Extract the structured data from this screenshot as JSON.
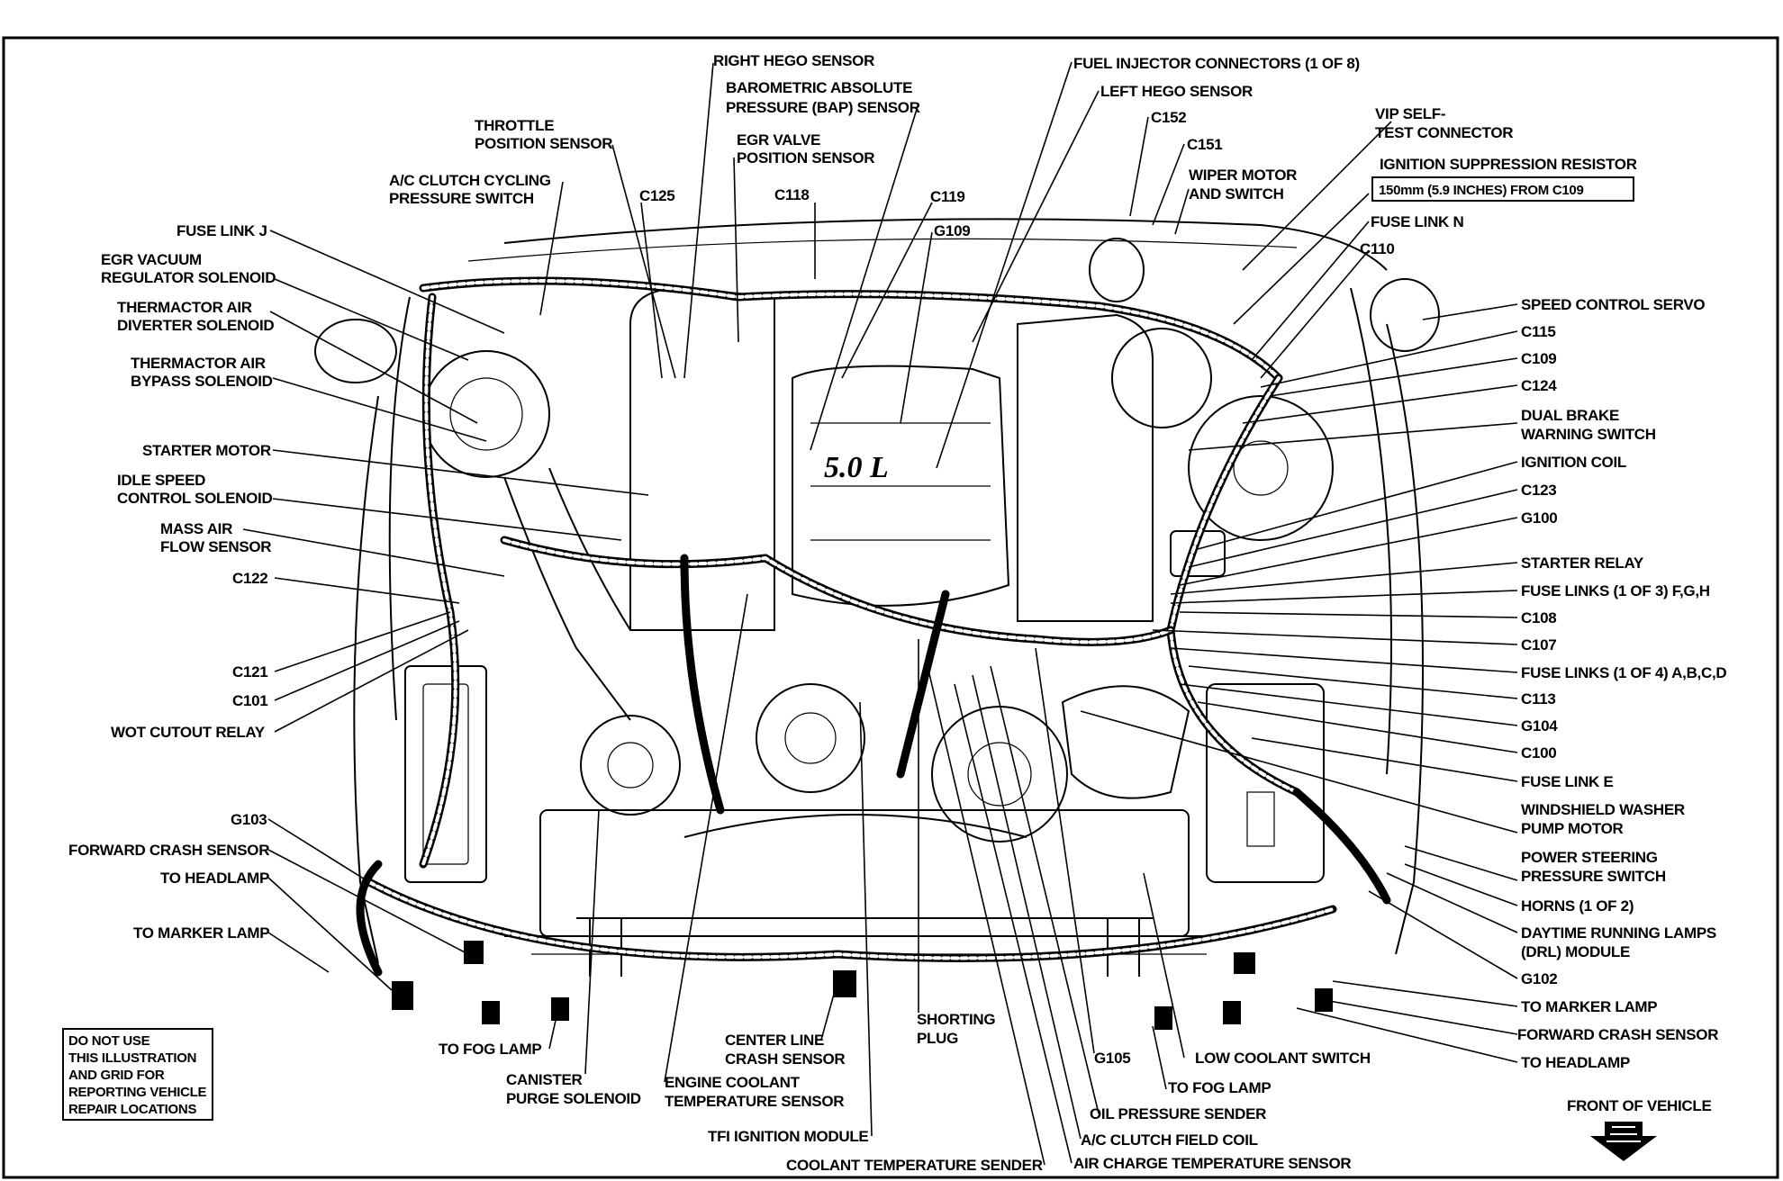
{
  "labels_left": [
    {
      "id": "throttle-position-sensor",
      "lines": [
        "THROTTLE",
        "POSITION SENSOR"
      ]
    },
    {
      "id": "ac-clutch-cycling-pressure-switch",
      "lines": [
        "A/C CLUTCH CYCLING",
        "PRESSURE SWITCH"
      ]
    },
    {
      "id": "fuse-link-j",
      "lines": [
        "FUSE LINK J"
      ]
    },
    {
      "id": "egr-vacuum-regulator-solenoid",
      "lines": [
        "EGR VACUUM",
        "REGULATOR SOLENOID"
      ]
    },
    {
      "id": "thermactor-air-diverter-solenoid",
      "lines": [
        "THERMACTOR AIR",
        "DIVERTER SOLENOID"
      ]
    },
    {
      "id": "thermactor-air-bypass-solenoid",
      "lines": [
        "THERMACTOR AIR",
        "BYPASS SOLENOID"
      ]
    },
    {
      "id": "starter-motor",
      "lines": [
        "STARTER MOTOR"
      ]
    },
    {
      "id": "idle-speed-control-solenoid",
      "lines": [
        "IDLE SPEED",
        "CONTROL SOLENOID"
      ]
    },
    {
      "id": "mass-air-flow-sensor",
      "lines": [
        "MASS AIR",
        "FLOW SENSOR"
      ]
    },
    {
      "id": "c122",
      "lines": [
        "C122"
      ]
    },
    {
      "id": "c121",
      "lines": [
        "C121"
      ]
    },
    {
      "id": "c101",
      "lines": [
        "C101"
      ]
    },
    {
      "id": "wot-cutout-relay",
      "lines": [
        "WOT CUTOUT RELAY"
      ]
    },
    {
      "id": "g103",
      "lines": [
        "G103"
      ]
    },
    {
      "id": "forward-crash-sensor-left",
      "lines": [
        "FORWARD CRASH SENSOR"
      ]
    },
    {
      "id": "to-headlamp-left",
      "lines": [
        "TO HEADLAMP"
      ]
    },
    {
      "id": "to-marker-lamp-left",
      "lines": [
        "TO MARKER LAMP"
      ]
    }
  ],
  "labels_top": [
    {
      "id": "right-hego-sensor",
      "lines": [
        "RIGHT HEGO SENSOR"
      ]
    },
    {
      "id": "barometric-absolute-pressure-sensor",
      "lines": [
        "BAROMETRIC ABSOLUTE",
        "PRESSURE (BAP) SENSOR"
      ]
    },
    {
      "id": "egr-valve-position-sensor",
      "lines": [
        "EGR VALVE",
        "POSITION SENSOR"
      ]
    },
    {
      "id": "c125",
      "lines": [
        "C125"
      ]
    },
    {
      "id": "c118",
      "lines": [
        "C118"
      ]
    },
    {
      "id": "c119",
      "lines": [
        "C119"
      ]
    },
    {
      "id": "g109",
      "lines": [
        "G109"
      ]
    },
    {
      "id": "fuel-injector-connectors",
      "lines": [
        "FUEL INJECTOR CONNECTORS (1 OF 8)"
      ]
    },
    {
      "id": "left-hego-sensor",
      "lines": [
        "LEFT HEGO SENSOR"
      ]
    },
    {
      "id": "c152",
      "lines": [
        "C152"
      ]
    },
    {
      "id": "c151",
      "lines": [
        "C151"
      ]
    },
    {
      "id": "wiper-motor-and-switch",
      "lines": [
        "WIPER MOTOR",
        "AND SWITCH"
      ]
    },
    {
      "id": "vip-self-test-connector",
      "lines": [
        "VIP SELF-",
        "TEST CONNECTOR"
      ]
    },
    {
      "id": "ignition-suppression-resistor",
      "lines": [
        "IGNITION SUPPRESSION RESISTOR"
      ]
    },
    {
      "id": "ignition-suppression-note",
      "lines": [
        "150mm (5.9 INCHES) FROM C109"
      ]
    },
    {
      "id": "fuse-link-n",
      "lines": [
        "FUSE LINK N"
      ]
    },
    {
      "id": "c110",
      "lines": [
        "C110"
      ]
    }
  ],
  "labels_right": [
    {
      "id": "speed-control-servo",
      "lines": [
        "SPEED CONTROL SERVO"
      ]
    },
    {
      "id": "c115",
      "lines": [
        "C115"
      ]
    },
    {
      "id": "c109",
      "lines": [
        "C109"
      ]
    },
    {
      "id": "c124",
      "lines": [
        "C124"
      ]
    },
    {
      "id": "dual-brake-warning-switch",
      "lines": [
        "DUAL BRAKE",
        "WARNING SWITCH"
      ]
    },
    {
      "id": "ignition-coil",
      "lines": [
        "IGNITION COIL"
      ]
    },
    {
      "id": "c123",
      "lines": [
        "C123"
      ]
    },
    {
      "id": "g100",
      "lines": [
        "G100"
      ]
    },
    {
      "id": "starter-relay",
      "lines": [
        "STARTER RELAY"
      ]
    },
    {
      "id": "fuse-links-fgh",
      "lines": [
        "FUSE LINKS (1 OF 3) F,G,H"
      ]
    },
    {
      "id": "c108",
      "lines": [
        "C108"
      ]
    },
    {
      "id": "c107",
      "lines": [
        "C107"
      ]
    },
    {
      "id": "fuse-links-abcd",
      "lines": [
        "FUSE LINKS (1 OF 4) A,B,C,D"
      ]
    },
    {
      "id": "c113",
      "lines": [
        "C113"
      ]
    },
    {
      "id": "g104",
      "lines": [
        "G104"
      ]
    },
    {
      "id": "c100",
      "lines": [
        "C100"
      ]
    },
    {
      "id": "fuse-link-e",
      "lines": [
        "FUSE LINK E"
      ]
    },
    {
      "id": "windshield-washer-pump-motor",
      "lines": [
        "WINDSHIELD WASHER",
        "PUMP MOTOR"
      ]
    },
    {
      "id": "power-steering-pressure-switch",
      "lines": [
        "POWER STEERING",
        "PRESSURE SWITCH"
      ]
    },
    {
      "id": "horns",
      "lines": [
        "HORNS (1 OF 2)"
      ]
    },
    {
      "id": "drl-module",
      "lines": [
        "DAYTIME RUNNING LAMPS",
        "(DRL) MODULE"
      ]
    },
    {
      "id": "g102",
      "lines": [
        "G102"
      ]
    },
    {
      "id": "to-marker-lamp-right",
      "lines": [
        "TO MARKER LAMP"
      ]
    },
    {
      "id": "forward-crash-sensor-right",
      "lines": [
        "FORWARD CRASH SENSOR"
      ]
    },
    {
      "id": "to-headlamp-right",
      "lines": [
        "TO HEADLAMP"
      ]
    }
  ],
  "labels_bottom": [
    {
      "id": "to-fog-lamp-left",
      "lines": [
        "TO FOG LAMP"
      ]
    },
    {
      "id": "canister-purge-solenoid",
      "lines": [
        "CANISTER",
        "PURGE SOLENOID"
      ]
    },
    {
      "id": "center-line-crash-sensor",
      "lines": [
        "CENTER LINE",
        "CRASH SENSOR"
      ]
    },
    {
      "id": "engine-coolant-temperature-sensor",
      "lines": [
        "ENGINE COOLANT",
        "TEMPERATURE SENSOR"
      ]
    },
    {
      "id": "tfi-ignition-module",
      "lines": [
        "TFI IGNITION MODULE"
      ]
    },
    {
      "id": "shorting-plug",
      "lines": [
        "SHORTING",
        "PLUG"
      ]
    },
    {
      "id": "coolant-temperature-sender",
      "lines": [
        "COOLANT TEMPERATURE SENDER"
      ]
    },
    {
      "id": "g105",
      "lines": [
        "G105"
      ]
    },
    {
      "id": "to-fog-lamp-right",
      "lines": [
        "TO FOG LAMP"
      ]
    },
    {
      "id": "low-coolant-switch",
      "lines": [
        "LOW COOLANT SWITCH"
      ]
    },
    {
      "id": "oil-pressure-sender",
      "lines": [
        "OIL PRESSURE SENDER"
      ]
    },
    {
      "id": "ac-clutch-field-coil",
      "lines": [
        "A/C CLUTCH FIELD COIL"
      ]
    },
    {
      "id": "air-charge-temperature-sensor",
      "lines": [
        "AIR CHARGE TEMPERATURE SENSOR"
      ]
    },
    {
      "id": "front-of-vehicle",
      "lines": [
        "FRONT OF VEHICLE"
      ]
    }
  ],
  "notice": {
    "id": "grid-notice",
    "lines": [
      "DO NOT USE",
      "THIS ILLUSTRATION",
      "AND GRID FOR",
      "REPORTING VEHICLE",
      "REPAIR LOCATIONS"
    ]
  },
  "engine_emblem": "5.0 L"
}
